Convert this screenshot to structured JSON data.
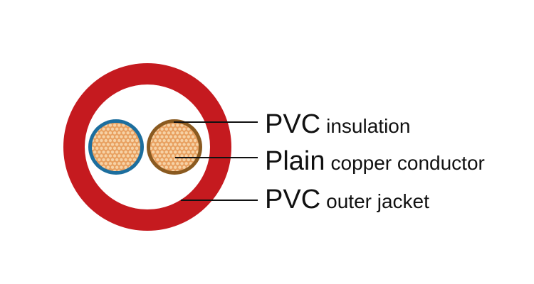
{
  "labels": [
    {
      "main": "PVC",
      "detail": "insulation"
    },
    {
      "main": "Plain",
      "detail": "copper conductor"
    },
    {
      "main": "PVC",
      "detail": "outer jacket"
    }
  ],
  "colors": {
    "outer_jacket": "#c51a1f",
    "insulation_left": "#1c6e9e",
    "insulation_right": "#8a5a20",
    "copper": "#e8a060",
    "copper_strand": "#f6d2a6",
    "leader_line": "#111111",
    "background": "#ffffff"
  }
}
